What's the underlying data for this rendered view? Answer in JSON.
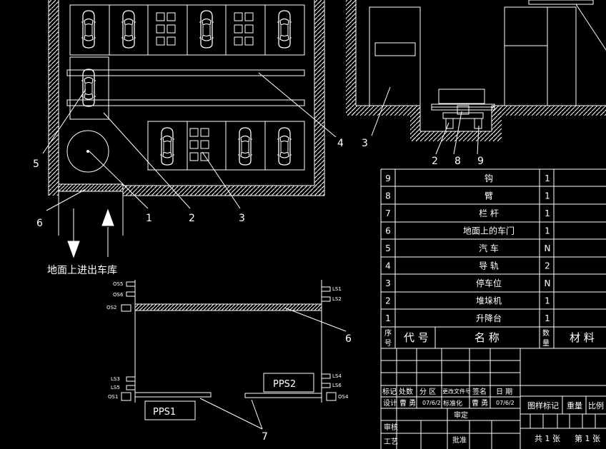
{
  "colors": {
    "background": "#000000",
    "line": "#ffffff"
  },
  "left_view": {
    "callouts": [
      "5",
      "6",
      "1",
      "2",
      "3",
      "4"
    ],
    "entrance_caption": "地面上进出车库"
  },
  "right_view": {
    "callouts": [
      "3",
      "2",
      "8",
      "9"
    ]
  },
  "control_diagram": {
    "sensors_left": [
      "OS5",
      "OS6",
      "OS2",
      "LS3",
      "LS5",
      "OS1"
    ],
    "sensors_right": [
      "LS1",
      "LS2",
      "LS4",
      "LS6",
      "OS4"
    ],
    "pallets": [
      "PPS2",
      "PPS1"
    ],
    "callouts": [
      "6",
      "7"
    ]
  },
  "parts_list": {
    "rows": [
      {
        "no": "9",
        "name": "钩",
        "qty": "1"
      },
      {
        "no": "8",
        "name": "臂",
        "qty": "1"
      },
      {
        "no": "7",
        "name": "栏 杆",
        "qty": "1"
      },
      {
        "no": "6",
        "name": "地面上的车门",
        "qty": "1"
      },
      {
        "no": "5",
        "name": "汽 车",
        "qty": "N"
      },
      {
        "no": "4",
        "name": "导 轨",
        "qty": "2"
      },
      {
        "no": "3",
        "name": "停车位",
        "qty": "N"
      },
      {
        "no": "2",
        "name": "堆垛机",
        "qty": "1"
      },
      {
        "no": "1",
        "name": "升降台",
        "qty": "1"
      }
    ],
    "header": {
      "no_top": "序",
      "no_bottom": "号",
      "code": "代 号",
      "name": "名 称",
      "qty_top": "数",
      "qty_bottom": "量",
      "material": "材 料"
    }
  },
  "title_block": {
    "rev_headers": [
      "标记",
      "处数",
      "分 区",
      "更改文件号",
      "签名",
      "日 期"
    ],
    "design": {
      "label": "设计",
      "name": "曹 勇",
      "date": "07/6/2",
      "std_label": "标准化",
      "std_name": "曹 勇",
      "std_date": "07/6/2"
    },
    "audit_label": "审定",
    "check_label": "审核",
    "process_label": "工艺",
    "approve_label": "批准",
    "stage_label": "图样标记",
    "weight_label": "重量",
    "scale_label": "比例",
    "sheets_total": "共 1 张",
    "sheet_no": "第 1 张"
  }
}
